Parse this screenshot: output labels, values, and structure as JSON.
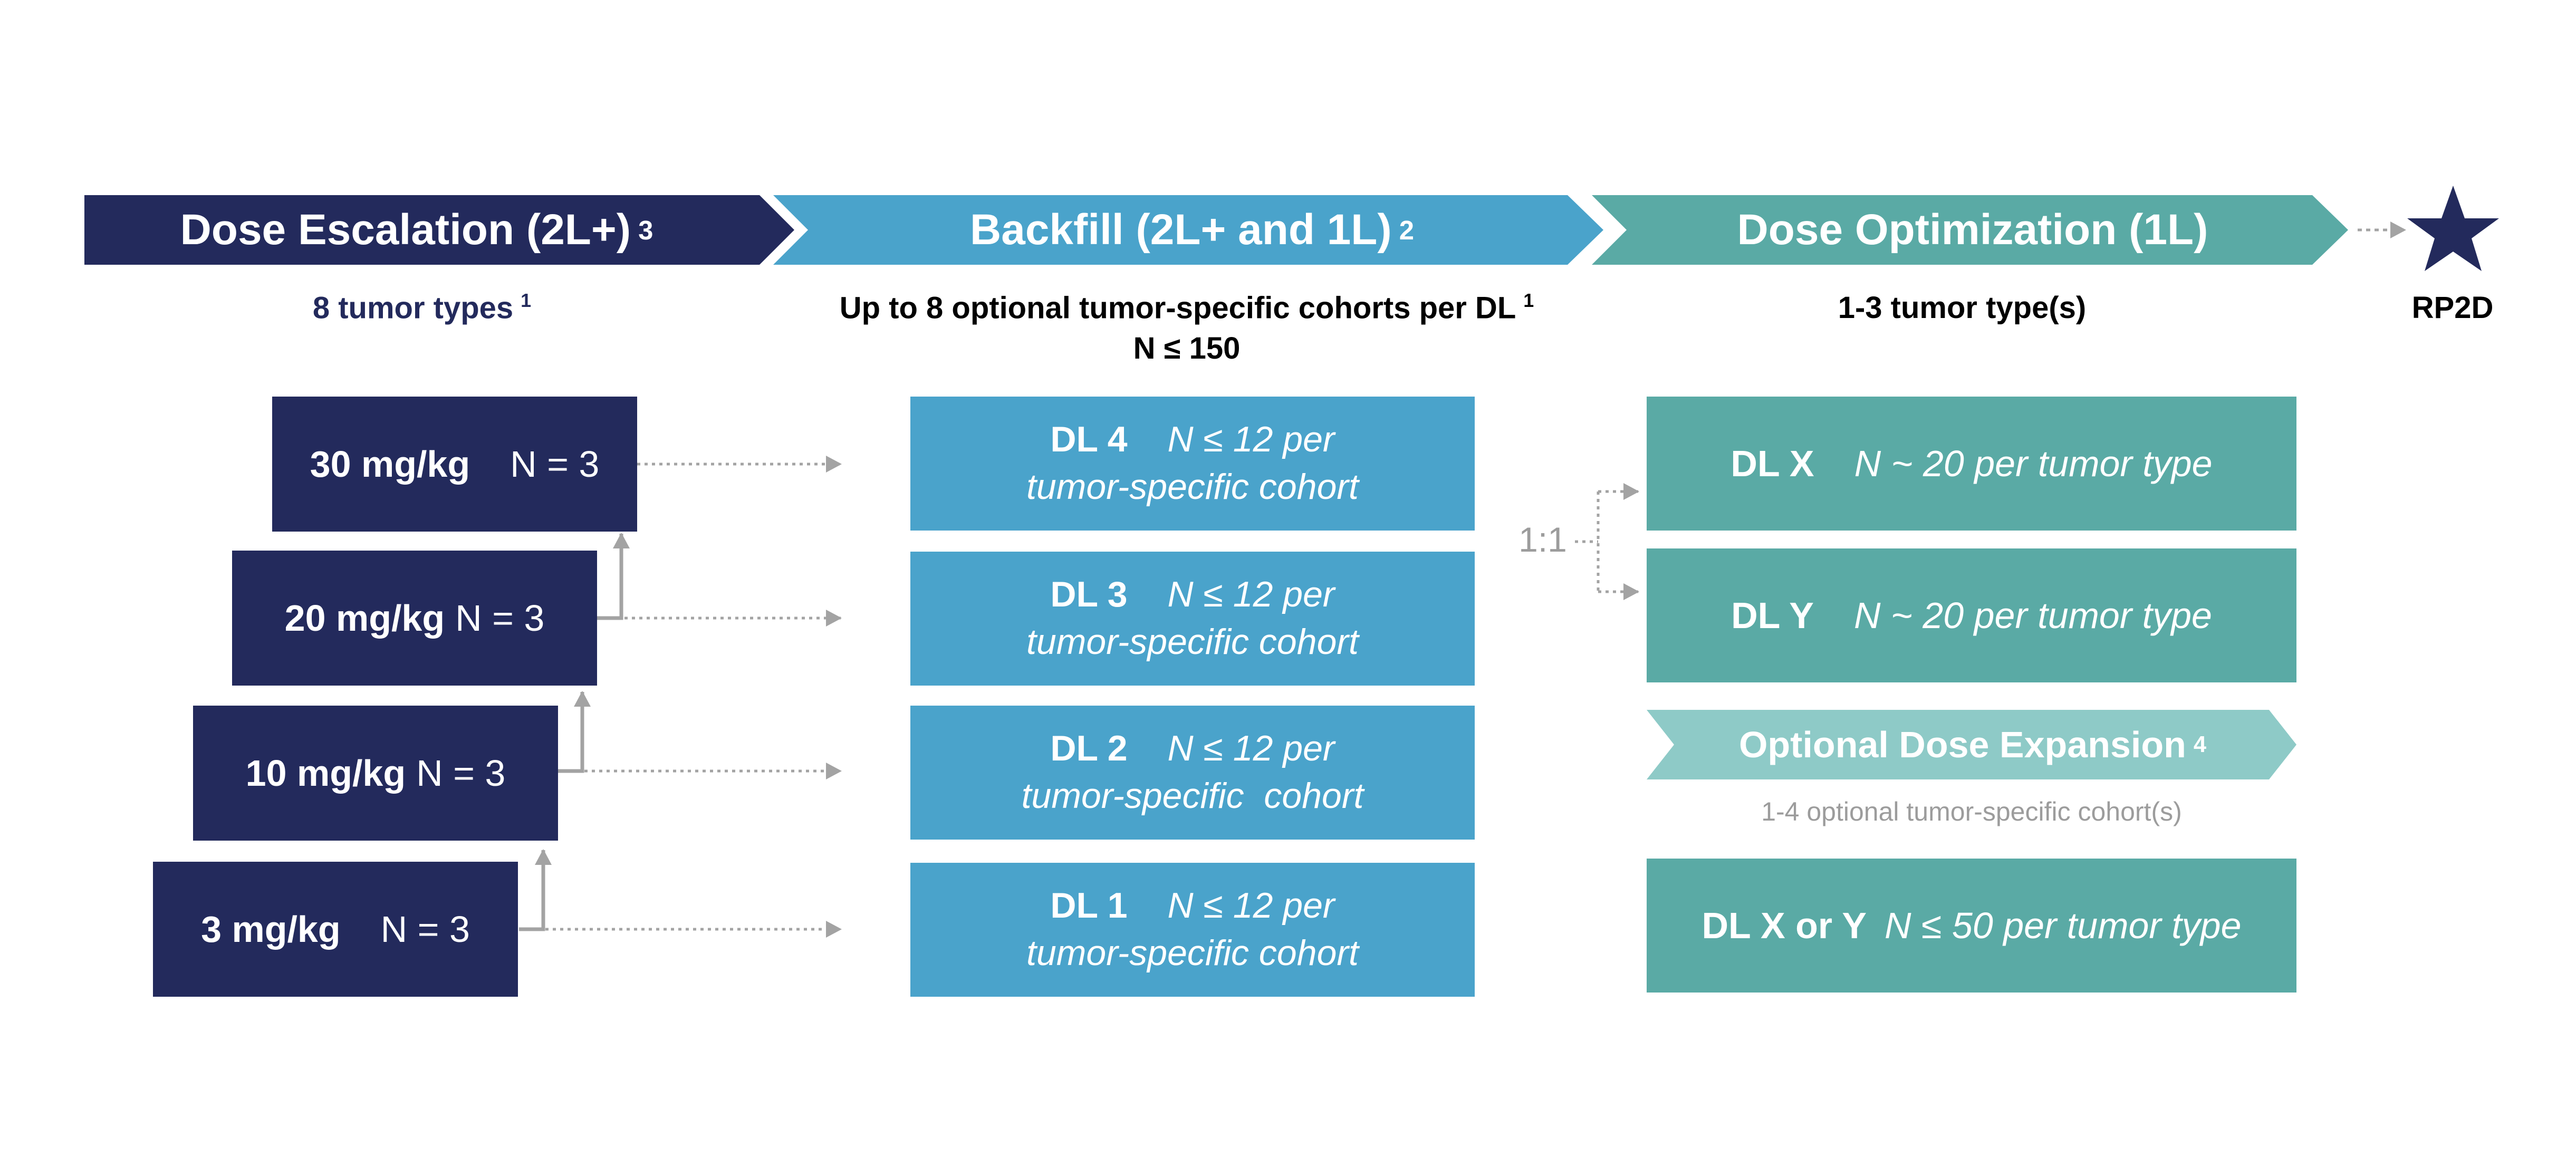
{
  "colors": {
    "escalation": "#232a5c",
    "backfill": "#4aa3cb",
    "optimization": "#5aaaa5",
    "expansion": "#8ecac7",
    "arrow": "#a3a3a3",
    "note": "#9c9c9c"
  },
  "phases": [
    {
      "title": "Dose Escalation (2L+)",
      "sup": "3",
      "subtitle": "8 tumor types",
      "subtitle_sup": "1"
    },
    {
      "title": "Backfill (2L+ and 1L)",
      "sup": "2",
      "subtitle_line1": "Up to 8 optional tumor-specific cohorts per DL",
      "subtitle_sup": "1",
      "subtitle_line2": "N ≤ 150"
    },
    {
      "title": "Dose Optimization (1L)",
      "subtitle": "1-3 tumor type(s)"
    }
  ],
  "endpoint": {
    "icon": "star-icon",
    "label": "RP2D"
  },
  "escalation_levels": [
    {
      "dose": "30 mg/kg",
      "n": "N = 3"
    },
    {
      "dose": "20 mg/kg",
      "n": "N = 3"
    },
    {
      "dose": "10 mg/kg",
      "n": "N = 3"
    },
    {
      "dose": "3 mg/kg",
      "n": "N = 3"
    }
  ],
  "backfill_levels": [
    {
      "dl": "DL 4",
      "n": "N ≤ 12 per",
      "cohort": "tumor-specific cohort"
    },
    {
      "dl": "DL 3",
      "n": "N ≤ 12 per",
      "cohort": "tumor-specific cohort"
    },
    {
      "dl": "DL 2",
      "n": "N ≤ 12 per",
      "cohort": "tumor-specific  cohort"
    },
    {
      "dl": "DL 1",
      "n": "N ≤ 12 per",
      "cohort": "tumor-specific cohort"
    }
  ],
  "randomization": "1:1",
  "optimization_arms": [
    {
      "dl": "DL X",
      "n": "N ~ 20 per tumor type"
    },
    {
      "dl": "DL Y",
      "n": "N ~ 20 per tumor type"
    }
  ],
  "expansion": {
    "title": "Optional Dose Expansion",
    "sup": "4",
    "note": "1-4 optional tumor-specific cohort(s)",
    "dl": "DL X or Y",
    "n": "N ≤ 50 per tumor type"
  }
}
